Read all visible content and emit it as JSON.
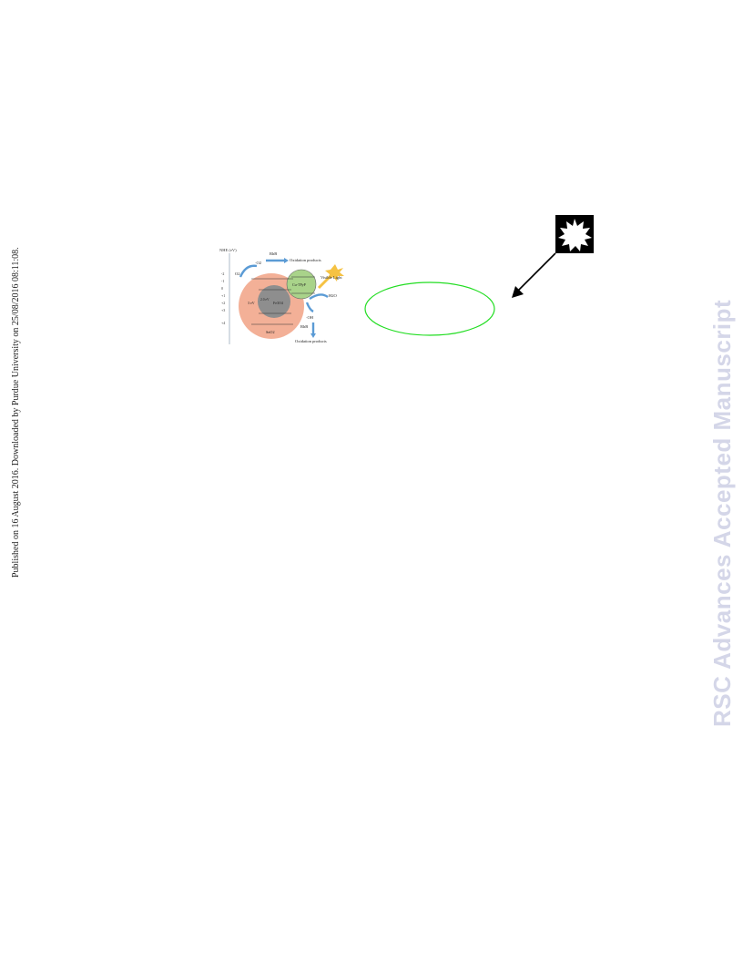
{
  "side_note": "Published on 16 August 2016. Downloaded by Purdue University on 25/08/2016 08:11:08.",
  "watermark": "RSC Advances Accepted Manuscript",
  "figure": {
    "axis_label": "NHE (eV)",
    "ticks": [
      "-2",
      "-1",
      "0",
      "+1",
      "+2",
      "+3",
      "+4"
    ],
    "o2_label": "O2",
    "superoxide_label": "·O2",
    "rhb_top": "RhB",
    "oxidation_top": "Oxidation products",
    "light_label": "Visible Light",
    "copor_label": "Cu-TPyP",
    "h2o_label": "H2O",
    "oh_label": "·OH",
    "rhb_bottom": "RhB",
    "oxidation_bottom": "Oxidation products",
    "fe3o4_label": "Fe3O4",
    "sno2_label": "SnO2",
    "gap_left": "3 eV",
    "gap_inner": "2.0 eV"
  },
  "colors": {
    "ellipse_stroke": "#22dd22",
    "watermark": "#d4d6e8",
    "sno2_fill": "#f2a78c",
    "copor_fill": "#a9d38a",
    "fe3o4_fill": "#8e8e8e",
    "arrow_blue": "#5b9bd5",
    "light_yellow": "#f5c243"
  }
}
